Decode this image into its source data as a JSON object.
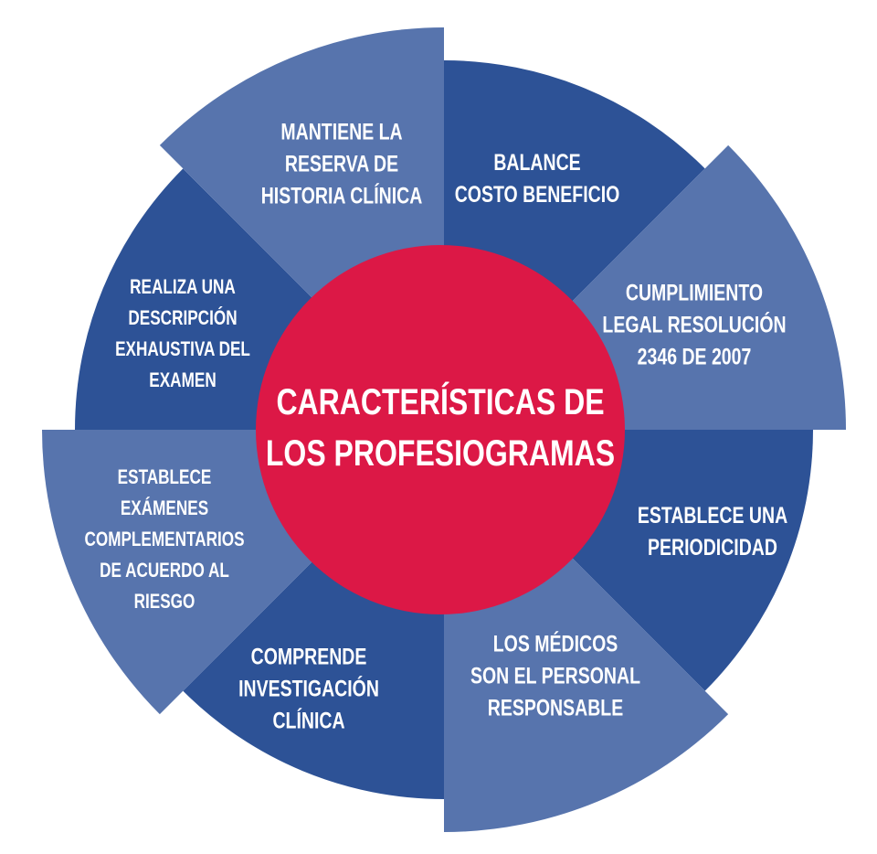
{
  "center": {
    "lines": [
      "CARACTERÍSTICAS DE",
      "LOS PROFESIOGRAMAS"
    ]
  },
  "colors": {
    "dark": "#2d5296",
    "light": "#5774ad",
    "center": "#dc1846",
    "text": "#ffffff"
  },
  "segments": [
    {
      "lines": [
        "BALANCE",
        "COSTO BENEFICIO"
      ],
      "tone": "dark"
    },
    {
      "lines": [
        "CUMPLIMIENTO",
        "LEGAL RESOLUCIÓN",
        "2346 DE 2007"
      ],
      "tone": "light"
    },
    {
      "lines": [
        "ESTABLECE UNA",
        "PERIODICIDAD"
      ],
      "tone": "dark"
    },
    {
      "lines": [
        "LOS MÉDICOS",
        "SON EL PERSONAL",
        "RESPONSABLE"
      ],
      "tone": "light"
    },
    {
      "lines": [
        "COMPRENDE",
        "INVESTIGACIÓN",
        "CLÍNICA"
      ],
      "tone": "dark"
    },
    {
      "lines": [
        "ESTABLECE",
        "EXÁMENES",
        "COMPLEMENTARIOS",
        "DE ACUERDO AL",
        "RIESGO"
      ],
      "tone": "light"
    },
    {
      "lines": [
        "REALIZA UNA",
        "DESCRIPCIÓN",
        "EXHAUSTIVA DEL",
        "EXAMEN"
      ],
      "tone": "dark"
    },
    {
      "lines": [
        "MANTIENE LA",
        "RESERVA DE",
        "HISTORIA CLÍNICA"
      ],
      "tone": "light"
    }
  ]
}
